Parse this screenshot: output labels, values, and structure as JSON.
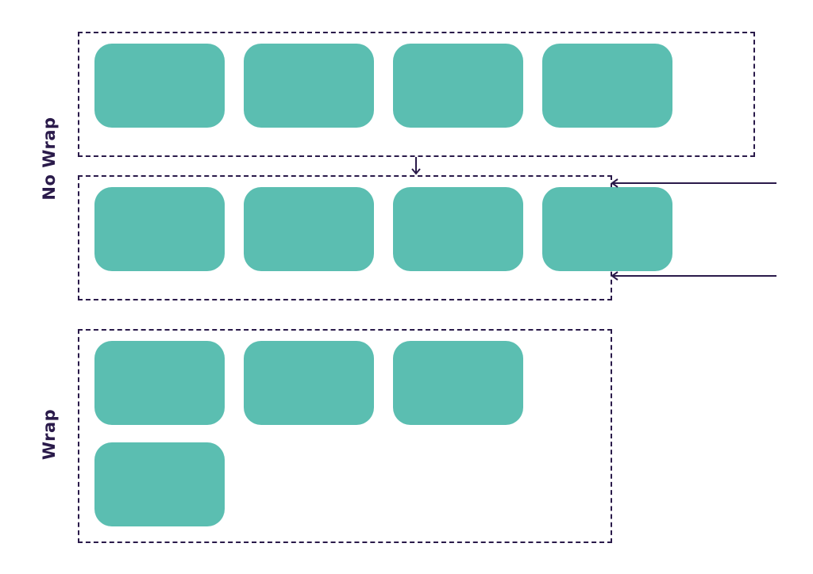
{
  "labels": {
    "no_wrap": "No Wrap",
    "wrap": "Wrap"
  },
  "colors": {
    "box": "#5bbeb1",
    "border": "#2a1a4a",
    "label": "#2a1a4a",
    "arrow": "#2a1a4a"
  },
  "groups": {
    "no_wrap_wide": {
      "item_count": 4
    },
    "no_wrap_narrow": {
      "item_count": 4
    },
    "wrap": {
      "item_count": 4
    }
  }
}
